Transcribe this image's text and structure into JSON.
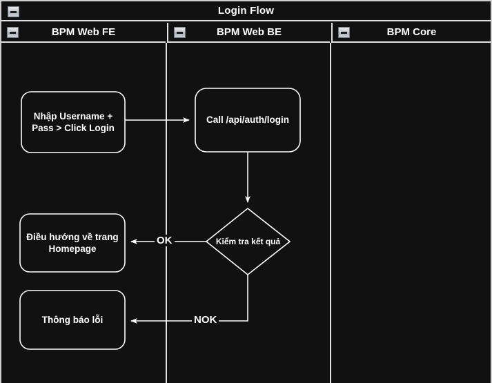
{
  "pool": {
    "title": "Login Flow",
    "collapse_icon": "minus-collapse-icon"
  },
  "lanes": [
    {
      "label": "BPM Web FE",
      "collapse_icon": "minus-collapse-icon"
    },
    {
      "label": "BPM Web BE",
      "collapse_icon": "minus-collapse-icon"
    },
    {
      "label": "BPM Core",
      "collapse_icon": "minus-collapse-icon"
    }
  ],
  "nodes": [
    {
      "id": "n1",
      "type": "task",
      "lane": "BPM Web FE",
      "label": "Nhập Username +\nPass > Click Login"
    },
    {
      "id": "n2",
      "type": "task",
      "lane": "BPM Web BE",
      "label": "Call /api/auth/login"
    },
    {
      "id": "n3",
      "type": "decision",
      "lane": "BPM Web BE",
      "label": "Kiểm tra kết quả"
    },
    {
      "id": "n4",
      "type": "task",
      "lane": "BPM Web FE",
      "label": "Điều hướng về trang\nHomepage"
    },
    {
      "id": "n5",
      "type": "task",
      "lane": "BPM Web FE",
      "label": "Thông báo lỗi"
    }
  ],
  "edges": [
    {
      "from": "n1",
      "to": "n2",
      "label": ""
    },
    {
      "from": "n2",
      "to": "n3",
      "label": ""
    },
    {
      "from": "n3",
      "to": "n4",
      "label": "OK"
    },
    {
      "from": "n3",
      "to": "n5",
      "label": "NOK"
    }
  ],
  "colors": {
    "background": "#111111",
    "stroke": "#ffffff",
    "lane_border": "#e4e4e4",
    "text": "#ffffff",
    "page_bg": "#d8d8d8"
  }
}
